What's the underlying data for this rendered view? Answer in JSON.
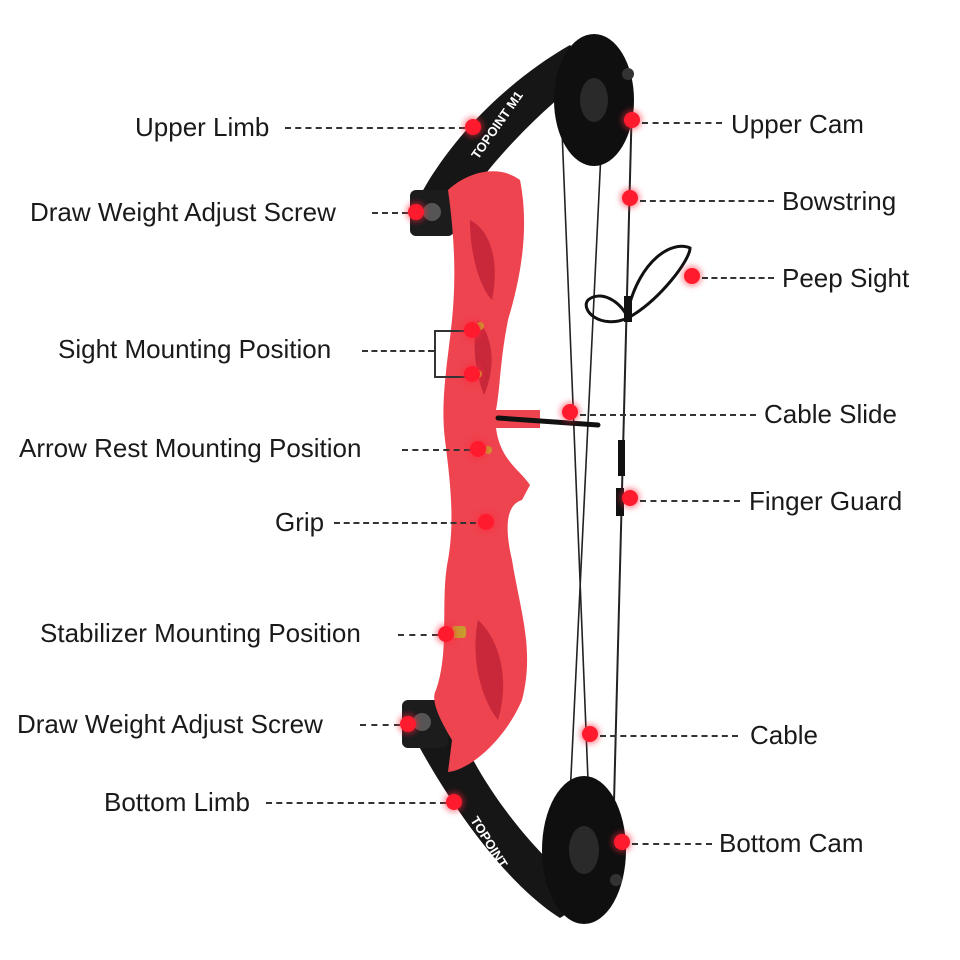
{
  "colors": {
    "riser": "#ee4450",
    "riser_shadow": "#c8283a",
    "limb": "#161616",
    "string": "#222222",
    "marker": "#ff1a2e",
    "brass": "#c99a2e"
  },
  "labels": {
    "upper_limb": "Upper Limb",
    "draw_weight_adjust_screw_top": "Draw Weight Adjust Screw",
    "sight_mounting_position": "Sight Mounting Position",
    "arrow_rest_mounting_position": "Arrow Rest Mounting Position",
    "grip": "Grip",
    "stabilizer_mounting_position": "Stabilizer Mounting Position",
    "draw_weight_adjust_screw_bottom": "Draw Weight Adjust Screw",
    "bottom_limb": "Bottom Limb",
    "upper_cam": "Upper Cam",
    "bowstring": "Bowstring",
    "peep_sight": "Peep Sight",
    "cable_slide": "Cable Slide",
    "finger_guard": "Finger Guard",
    "cable": "Cable",
    "bottom_cam": "Bottom Cam"
  },
  "limb_print": {
    "upper": "TOPOINT M1",
    "lower": "TOPOINT"
  }
}
